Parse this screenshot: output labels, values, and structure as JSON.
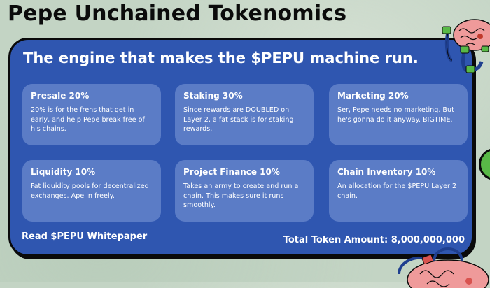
{
  "header": {
    "title": "Pepe Unchained Tokenomics"
  },
  "panel": {
    "subtitle": "The engine that makes the $PEPU machine run.",
    "cards": [
      {
        "title": "Presale 20%",
        "description": "20% is for the frens that get in early, and help Pepe break free of his chains."
      },
      {
        "title": "Staking 30%",
        "description": "Since rewards are DOUBLED on Layer 2, a fat stack is for staking rewards."
      },
      {
        "title": "Marketing 20%",
        "description": "Ser, Pepe needs no marketing. But he's gonna do it anyway. BIGTIME."
      },
      {
        "title": "Liquidity 10%",
        "description": "Fat liquidity pools for decentralized exchanges. Ape in freely."
      },
      {
        "title": "Project Finance 10%",
        "description": "Takes an army to create and run a chain. This makes sure it runs smoothly."
      },
      {
        "title": "Chain Inventory 10%",
        "description": "An allocation for the $PEPU Layer 2 chain."
      }
    ],
    "whitepaper_link": "Read $PEPU Whitepaper",
    "total_label": "Total Token Amount: 8,000,000,000"
  },
  "colors": {
    "background": "#c3d4c4",
    "panel": "#2f56b0",
    "card": "#5b7cc6",
    "border": "#0a0a0a",
    "text": "#ffffff"
  },
  "decorations": {
    "top_right": "brain-with-cables-icon",
    "bottom_right": "brain-with-cables-icon",
    "right_edge": "green-circle-icon"
  }
}
